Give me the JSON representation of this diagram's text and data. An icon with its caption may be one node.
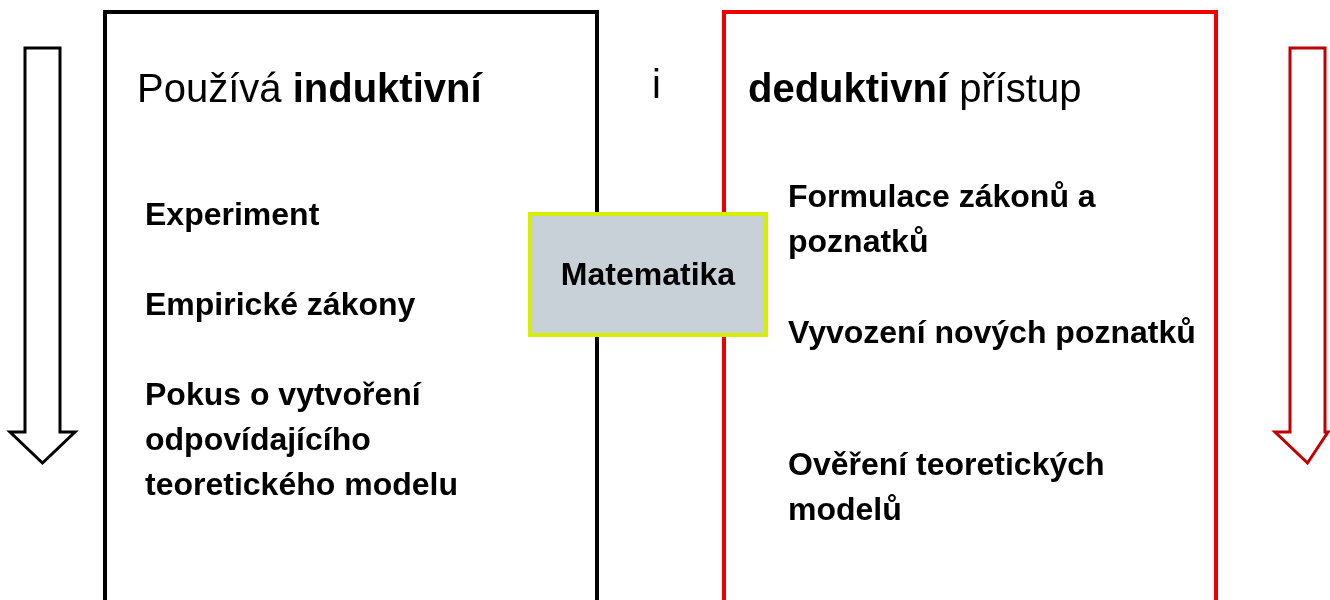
{
  "diagram": {
    "nodes": [
      {
        "text": [
          "Používá **induktivní**",
          "Experiment",
          "Empirické zákony",
          "Pokus o vytvoření odpovídajícího teoretického modelu"
        ]
      },
      {
        "text": [
          "**deduktivní** přístup",
          "Formulace zákonů a poznatků",
          "Vyvození nových poznatků",
          "Ověření teoretických modelů"
        ]
      },
      {
        "text": [
          "Matematika"
        ]
      }
    ],
    "edges": [],
    "labels": [
      "i"
    ]
  }
}
